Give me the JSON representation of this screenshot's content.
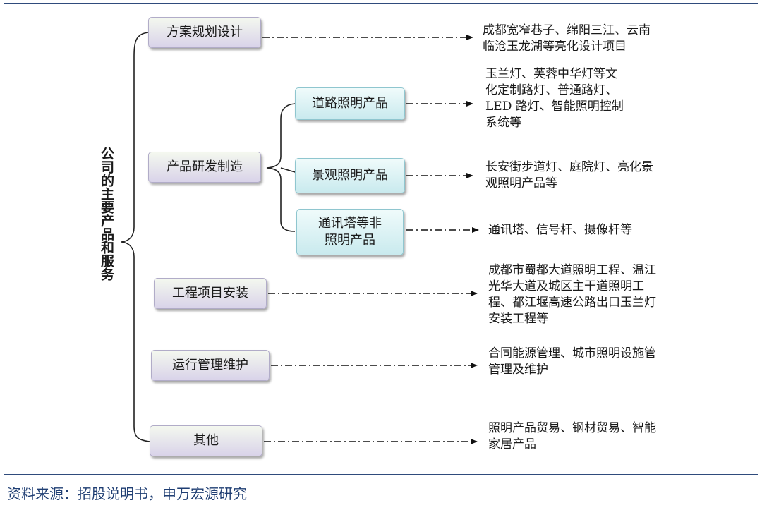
{
  "root_label": "公司的主要产品和服务",
  "categories": [
    {
      "label": "方案规划设计",
      "desc": "成都宽窄巷子、绵阳三江、云南\n临沧玉龙湖等亮化设计项目"
    },
    {
      "label": "产品研发制造"
    },
    {
      "label": "工程项目安装",
      "desc": "成都市蜀都大道照明工程、温江\n光华大道及城区主干道照明工\n程、都江堰高速公路出口玉兰灯\n安装工程等"
    },
    {
      "label": "运行管理维护",
      "desc": "合同能源管理、城市照明设施管\n管理及维护"
    },
    {
      "label": "其他",
      "desc": "照明产品贸易、钢材贸易、智能\n家居产品"
    }
  ],
  "sub_products": [
    {
      "label": "道路照明产品",
      "desc": "玉兰灯、芙蓉中华灯等文\n化定制路灯、普通路灯、\nLED 路灯、智能照明控制\n系统等"
    },
    {
      "label": "景观照明产品",
      "desc": "长安街步道灯、庭院灯、亮化景\n观照明产品等"
    },
    {
      "label": "通讯塔等非\n照明产品",
      "desc": "通讯塔、信号杆、摄像杆等"
    }
  ],
  "source": "资料来源：招股说明书，申万宏源研究"
}
